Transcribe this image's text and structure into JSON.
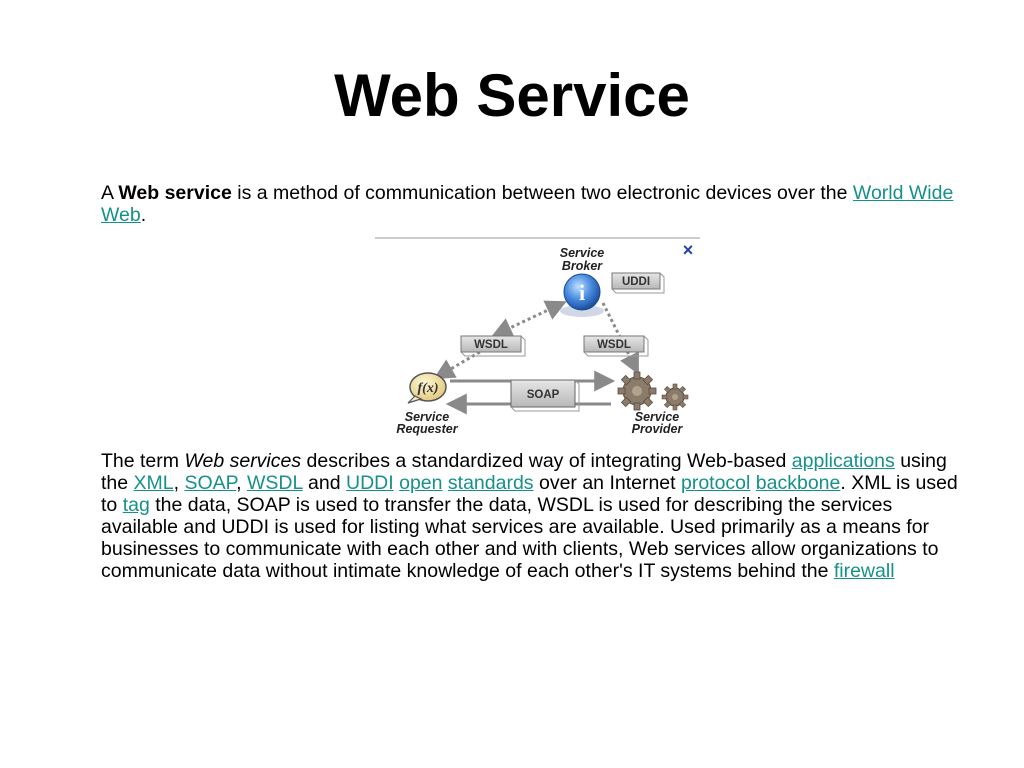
{
  "title": "Web Service",
  "intro": {
    "t1": "A ",
    "bold": "Web service",
    "t2": " is a method of communication between two electronic devices over the ",
    "link": "World Wide Web",
    "t3": "."
  },
  "diagram": {
    "close_glyph": "×",
    "broker": [
      "Service",
      "Broker"
    ],
    "requester": [
      "Service",
      "Requester"
    ],
    "provider": [
      "Service",
      "Provider"
    ],
    "uddi": "UDDI",
    "wsdl_left": "WSDL",
    "wsdl_right": "WSDL",
    "soap": "SOAP",
    "fx": "f(x)",
    "info": "i",
    "icons": [
      "info-icon",
      "function-icon",
      "gear-icon",
      "close-icon"
    ]
  },
  "body": {
    "s1": "The term ",
    "em": "Web services",
    "s2": " describes a standardized way of integrating Web-based ",
    "l_applications": "applications",
    "s3": " using the ",
    "l_xml": "XML",
    "s4": ", ",
    "l_soap": "SOAP",
    "s5": ", ",
    "l_wsdl": "WSDL",
    "s6": " and ",
    "l_uddi": "UDDI",
    "s7": " ",
    "l_open": "open",
    "s8": " ",
    "l_standards": "standards",
    "s9": " over an Internet ",
    "l_protocol": "protocol",
    "s10": " ",
    "l_backbone": "backbone",
    "s11": ". XML is used to ",
    "l_tag": "tag",
    "s12": " the data, SOAP is used to transfer the data, WSDL is used for describing the services available and UDDI is used for listing what services are available. Used primarily as a means for businesses to communicate with each other and with clients, Web services allow organizations to communicate data without intimate knowledge of each other's IT systems behind the ",
    "l_firewall": "firewall"
  },
  "colors": {
    "link": "#16918a",
    "label_box": "#c8c8c8",
    "info_blue": "#2f6fd0",
    "gear": "#8a7b6a"
  }
}
